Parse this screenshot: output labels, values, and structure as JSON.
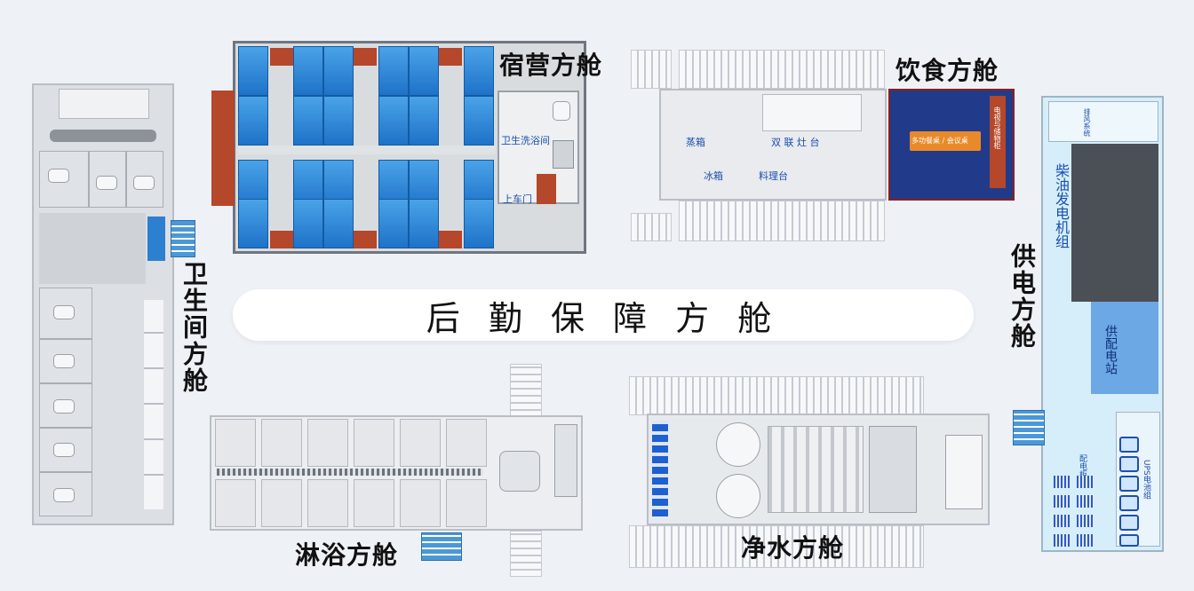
{
  "title": "后 勤 保 障 方 舱",
  "modules": {
    "dorm": {
      "name": "宿营方舱",
      "room_label": "卫生洗浴间",
      "door_label": "上车门"
    },
    "dining": {
      "name": "饮食方舱",
      "steam": "蒸箱",
      "stove": "双 联 灶 台",
      "fridge": "冰箱",
      "prep": "料理台",
      "table": "多功餐桌 / 会议桌",
      "side": "电视与储物柜"
    },
    "toilet": {
      "name": "卫生间方舱"
    },
    "power": {
      "name": "供电方舱",
      "generator": "柴油发电机组",
      "station": "供配电站",
      "ups": "UPS电池组",
      "dist": "配电柜",
      "top": "排风系统"
    },
    "shower": {
      "name": "淋浴方舱"
    },
    "water": {
      "name": "净水方舱"
    }
  },
  "colors": {
    "accent_blue": "#1e72c8",
    "wood": "#b5472a",
    "label_blue": "#1a4fae"
  }
}
